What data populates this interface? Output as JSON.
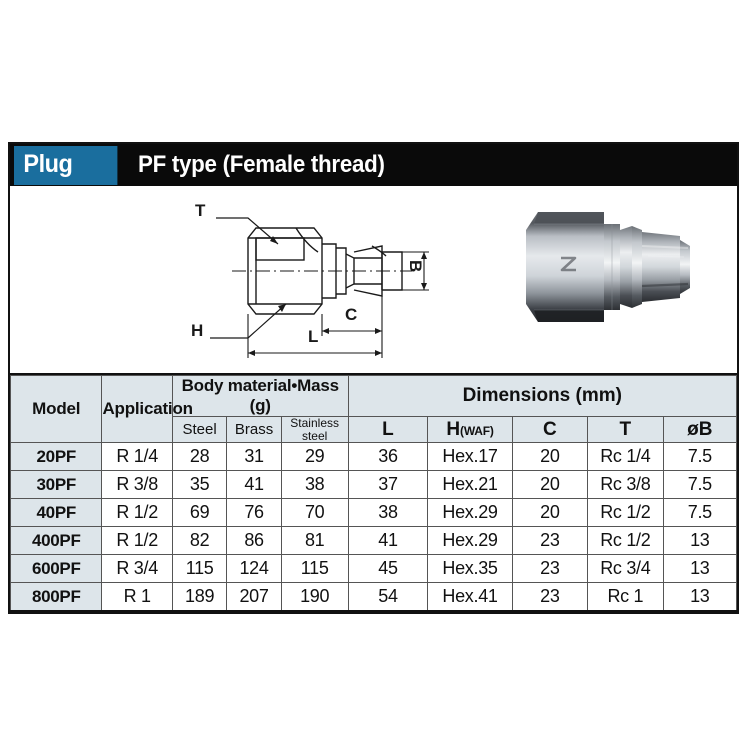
{
  "header": {
    "badge": "Plug",
    "title": "PF type (Female thread)",
    "badge_color": "#1a6e9e",
    "bar_color": "#0a0a0a"
  },
  "drawing": {
    "callouts": {
      "t": "T",
      "h": "H",
      "b": "B",
      "c": "C",
      "l": "L"
    }
  },
  "table": {
    "header": {
      "model": "Model",
      "application": "Application",
      "body_material_mass": "Body material•Mass (g)",
      "steel": "Steel",
      "brass": "Brass",
      "stainless_steel_line1": "Stainless",
      "stainless_steel_line2": "steel",
      "dimensions": "Dimensions (mm)",
      "l": "L",
      "h_main": "H",
      "h_sub": "(WAF)",
      "c": "C",
      "t": "T",
      "ob": "øB"
    },
    "rows": [
      {
        "model": "20PF",
        "application": "R 1/4",
        "steel": "28",
        "brass": "31",
        "stainless": "29",
        "l": "36",
        "h": "Hex.17",
        "c": "20",
        "t": "Rc 1/4",
        "ob": "7.5"
      },
      {
        "model": "30PF",
        "application": "R 3/8",
        "steel": "35",
        "brass": "41",
        "stainless": "38",
        "l": "37",
        "h": "Hex.21",
        "c": "20",
        "t": "Rc 3/8",
        "ob": "7.5"
      },
      {
        "model": "40PF",
        "application": "R 1/2",
        "steel": "69",
        "brass": "76",
        "stainless": "70",
        "l": "38",
        "h": "Hex.29",
        "c": "20",
        "t": "Rc 1/2",
        "ob": "7.5"
      },
      {
        "model": "400PF",
        "application": "R 1/2",
        "steel": "82",
        "brass": "86",
        "stainless": "81",
        "l": "41",
        "h": "Hex.29",
        "c": "23",
        "t": "Rc 1/2",
        "ob": "13"
      },
      {
        "model": "600PF",
        "application": "R 3/4",
        "steel": "115",
        "brass": "124",
        "stainless": "115",
        "l": "45",
        "h": "Hex.35",
        "c": "23",
        "t": "Rc 3/4",
        "ob": "13"
      },
      {
        "model": "800PF",
        "application": "R 1",
        "steel": "189",
        "brass": "207",
        "stainless": "190",
        "l": "54",
        "h": "Hex.41",
        "c": "23",
        "t": "Rc 1",
        "ob": "13"
      }
    ]
  }
}
